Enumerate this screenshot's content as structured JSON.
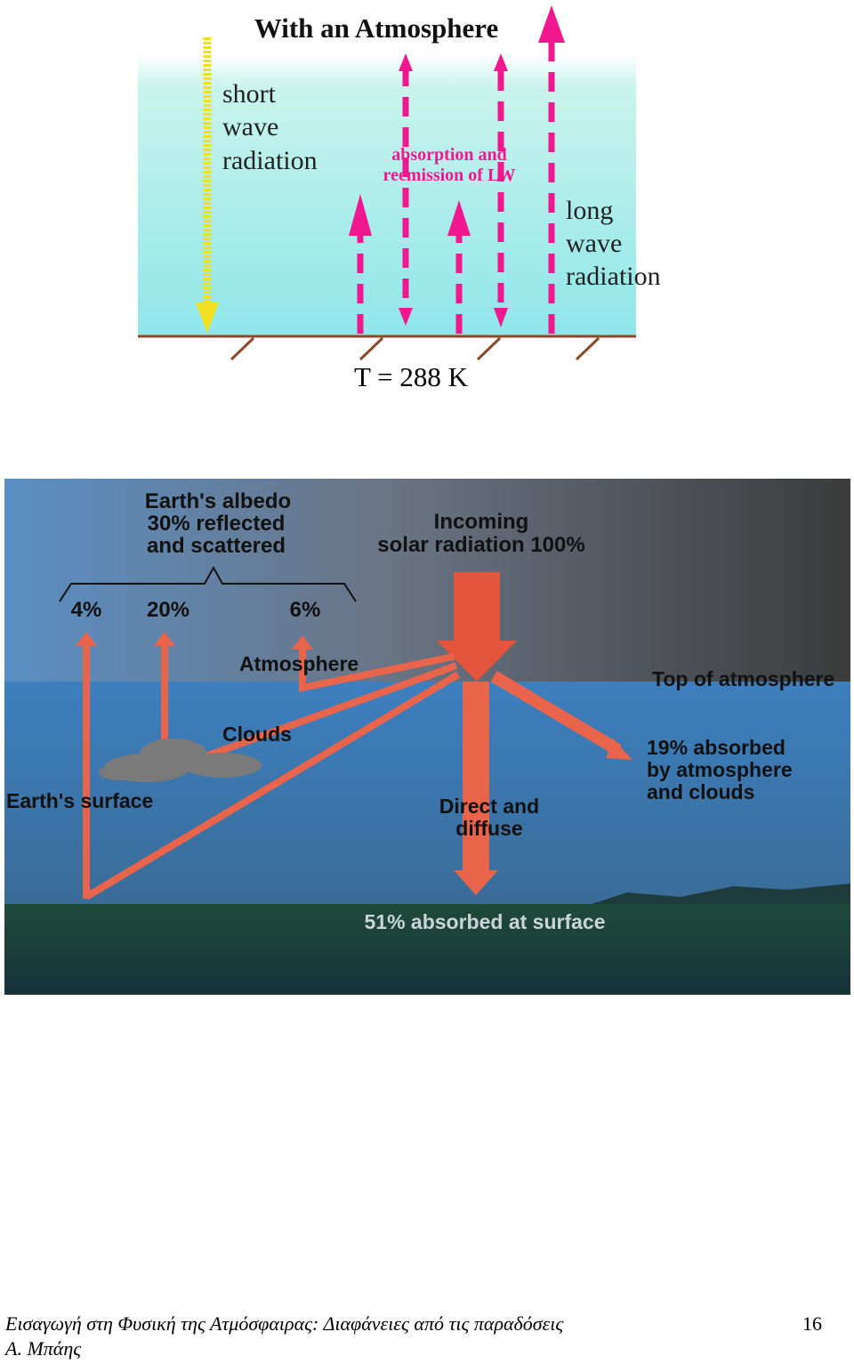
{
  "diagram1": {
    "title": "With an Atmosphere",
    "shortwave_label": [
      "short",
      "wave",
      "radiation"
    ],
    "absorption_label": [
      "absorption and",
      "reemission of LW"
    ],
    "longwave_label": [
      "long",
      "wave",
      "radiation"
    ],
    "colors": {
      "sky_top": "#b6f0e8",
      "sky_bottom": "#8fe6ea",
      "arrow": "#f0178f",
      "sw_arrow": "#f2e020"
    }
  },
  "equation": "T = 288 K",
  "diagram2": {
    "albedo_label": [
      "Earth's albedo",
      "30% reflected",
      "and scattered"
    ],
    "incoming_label": [
      "Incoming",
      "solar radiation 100%"
    ],
    "pct_4": "4%",
    "pct_20": "20%",
    "pct_6": "6%",
    "atmosphere_label": "Atmosphere",
    "top_label": "Top of atmosphere",
    "clouds_label": "Clouds",
    "surface_label": "Earth's surface",
    "absorbed19_label": [
      "19% absorbed",
      "by atmosphere",
      "and clouds"
    ],
    "direct_label": [
      "Direct and",
      "diffuse"
    ],
    "absorbed51_label": "51% absorbed at surface",
    "colors": {
      "space": "#454545",
      "atmosphere": "#3f7ab0",
      "ground": "#1d3a35",
      "arrow": "#e8644a"
    }
  },
  "footer": {
    "line1": "Εισαγωγή στη Φυσική της Ατμόσφαιρας: Διαφάνειες από τις παραδόσεις",
    "line2": "Α. Μπάης",
    "page_number": "16"
  }
}
